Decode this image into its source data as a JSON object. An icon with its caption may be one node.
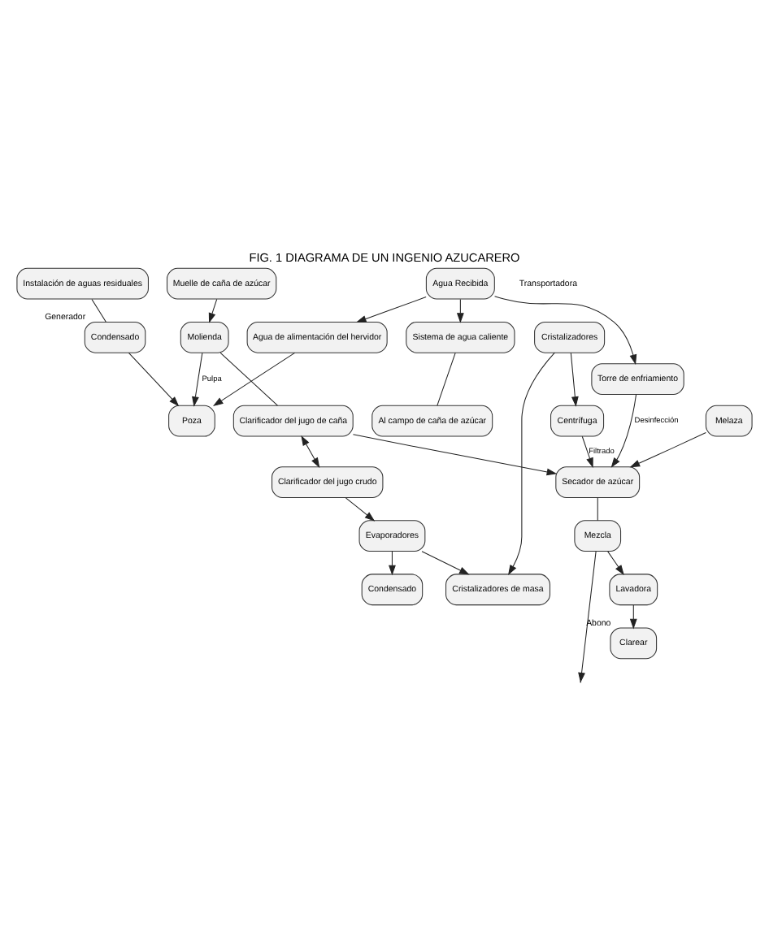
{
  "diagram": {
    "title": "FIG. 1 DIAGRAMA DE UN INGENIO AZUCARERO",
    "nodes": [
      {
        "text": [
          "Agua Recibida"
        ]
      },
      {
        "text": [
          "Agua de alimentación del hervidor"
        ]
      },
      {
        "text": [
          "Torre de enfriamiento"
        ]
      },
      {
        "text": [
          "Sistema de agua caliente"
        ]
      },
      {
        "text": [
          "Instalación de aguas residuales"
        ]
      },
      {
        "text": [
          "Muelle de caña de azúcar"
        ]
      },
      {
        "text": [
          "Molienda"
        ]
      },
      {
        "text": [
          "Clarificador del jugo de caña"
        ]
      },
      {
        "text": [
          "Clarificador del jugo crudo"
        ]
      },
      {
        "text": [
          "Evaporadores"
        ]
      },
      {
        "text": [
          "Condensado"
        ]
      },
      {
        "text": [
          "Cristalizadores de masa"
        ]
      },
      {
        "text": [
          "Cristalizadores"
        ]
      },
      {
        "text": [
          "Centrífuga"
        ]
      },
      {
        "text": [
          "Melaza"
        ]
      },
      {
        "text": [
          "Secador de azúcar"
        ]
      },
      {
        "text": [
          "Poza"
        ]
      },
      {
        "text": [
          "Condensado"
        ],
        "beside": [
          "Generador"
        ]
      },
      {
        "text": [
          "Mezcla"
        ]
      },
      {
        "text": [
          "Lavadora"
        ]
      },
      {
        "text": [
          "Clarear"
        ],
        "beside": [
          "Abono"
        ]
      },
      {
        "text": [
          "Al campo de caña de azúcar"
        ]
      }
    ],
    "edges": [
      {
        "from": 0,
        "to": 1,
        "arrow": "to"
      },
      {
        "from": 0,
        "to": 2,
        "arrow": "to"
      },
      {
        "from": 0,
        "to": 3,
        "arrow": "to"
      },
      {
        "from": 1,
        "to": 16,
        "arrow": "to"
      },
      {
        "from": 17,
        "to": 16,
        "arrow": "to"
      },
      {
        "from": 6,
        "to": 16,
        "arrow": "to",
        "label": "Pulpa"
      },
      {
        "from": 5,
        "to": 6,
        "arrow": "to"
      },
      {
        "from": 6,
        "to": 7,
        "arrow": "none"
      },
      {
        "from": 7,
        "to": 8,
        "arrow": "both"
      },
      {
        "from": 4,
        "to": 17,
        "arrow": "none"
      },
      {
        "from": 8,
        "to": 9,
        "arrow": "to"
      },
      {
        "from": 9,
        "to": 10,
        "arrow": "to"
      },
      {
        "from": 9,
        "to": 11,
        "arrow": "to"
      },
      {
        "from": 12,
        "to": 11,
        "arrow": "to"
      },
      {
        "from": 12,
        "to": 13,
        "arrow": "to"
      },
      {
        "from": 13,
        "to": 15,
        "arrow": "to",
        "label": "Filtrado"
      },
      {
        "from": 2,
        "to": 15,
        "arrow": "to",
        "label": "Desinfección"
      },
      {
        "from": 7,
        "to": 15,
        "arrow": "to"
      },
      {
        "from": 14,
        "to": 15,
        "arrow": "to"
      },
      {
        "from": 15,
        "to": 18,
        "arrow": "none"
      },
      {
        "from": 18,
        "to": 19,
        "arrow": "to"
      },
      {
        "from": 19,
        "to": 20,
        "arrow": "to"
      },
      {
        "from": 3,
        "to": 21,
        "arrow": "none"
      },
      {
        "from": 18,
        "to": null,
        "arrow": "to"
      }
    ],
    "labels": [
      "Transportadora"
    ]
  }
}
